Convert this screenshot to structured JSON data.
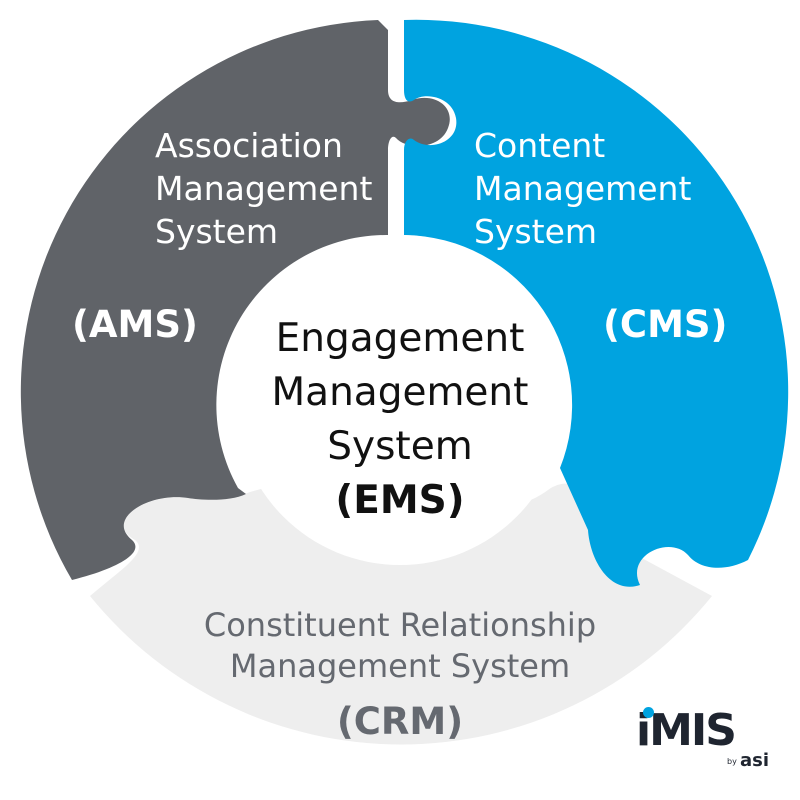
{
  "colors": {
    "ams": "#606368",
    "cms": "#00a3e0",
    "crm": "#eeeeee",
    "center": "#ffffff",
    "logo_dot": "#00a3e0"
  },
  "segments": {
    "ams": {
      "name_lines": [
        "Association",
        "Management",
        "System"
      ],
      "abbreviation": "(AMS)"
    },
    "cms": {
      "name_lines": [
        "Content",
        "Management",
        "System"
      ],
      "abbreviation": "(CMS)"
    },
    "crm": {
      "name_lines": [
        "Constituent Relationship",
        "Management System"
      ],
      "abbreviation": "(CRM)"
    }
  },
  "center": {
    "name_lines": [
      "Engagement",
      "Management",
      "System"
    ],
    "abbreviation": "(EMS)"
  },
  "logo": {
    "main": "iMIS",
    "by": "by",
    "company": "asi"
  }
}
